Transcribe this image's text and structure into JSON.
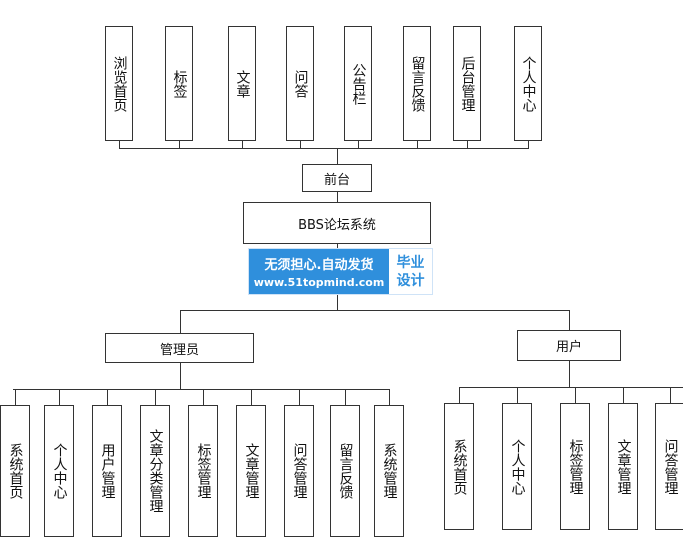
{
  "root": "BBS论坛系统",
  "frontend": {
    "label": "前台",
    "children": [
      "浏览首页",
      "标签",
      "文章",
      "问答",
      "公告栏",
      "留言反馈",
      "后台管理",
      "个人中心"
    ]
  },
  "admin": {
    "label": "管理员",
    "children": [
      "系统首页",
      "个人中心",
      "用户管理",
      "文章分类管理",
      "标签管理",
      "文章管理",
      "问答管理",
      "留言反馈",
      "系统管理"
    ]
  },
  "user": {
    "label": "用户",
    "children": [
      "系统首页",
      "个人中心",
      "标签管理",
      "文章管理",
      "问答管理"
    ]
  },
  "watermark": {
    "line1": "无须担心.自动发货",
    "line2": "www.51topmind.com",
    "side_line1": "毕业",
    "side_line2": "设计"
  }
}
